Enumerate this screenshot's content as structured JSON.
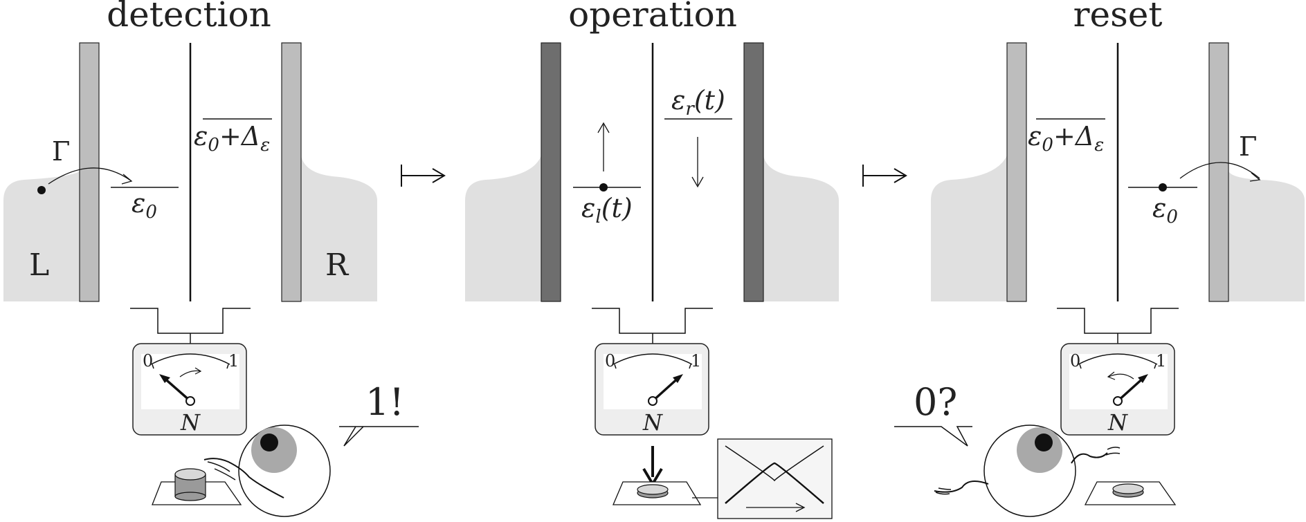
{
  "panels": [
    {
      "title": "detection",
      "reservoir_left_label": "L",
      "reservoir_right_label": "R",
      "tunnel_label": "Γ",
      "level_low_label": "ε",
      "level_low_sub": "0",
      "level_high_label": "ε",
      "level_high_sub": "0",
      "level_high_extra": "+Δ",
      "level_high_extra_sub": "ε",
      "gauge": {
        "min_label": "0",
        "max_label": "1",
        "quantity_label": "N"
      },
      "speech": "1!"
    },
    {
      "title": "operation",
      "level_left_label": "ε",
      "level_left_sub": "l",
      "level_left_arg": "(t)",
      "level_right_label": "ε",
      "level_right_sub": "r",
      "level_right_arg": "(t)",
      "gauge": {
        "min_label": "0",
        "max_label": "1",
        "quantity_label": "N"
      }
    },
    {
      "title": "reset",
      "tunnel_label": "Γ",
      "level_low_label": "ε",
      "level_low_sub": "0",
      "level_high_label": "ε",
      "level_high_sub": "0",
      "level_high_extra": "+Δ",
      "level_high_extra_sub": "ε",
      "gauge": {
        "min_label": "0",
        "max_label": "1",
        "quantity_label": "N"
      },
      "speech": "0?"
    }
  ],
  "arrows": [
    "maps-to-arrow",
    "maps-to-arrow"
  ],
  "colors": {
    "reservoir": "#e0e0e0",
    "barrier_light": "#bdbdbd",
    "barrier_dark": "#6e6e6e",
    "eye_iris": "#a9a9a9",
    "ink": "#111111"
  }
}
